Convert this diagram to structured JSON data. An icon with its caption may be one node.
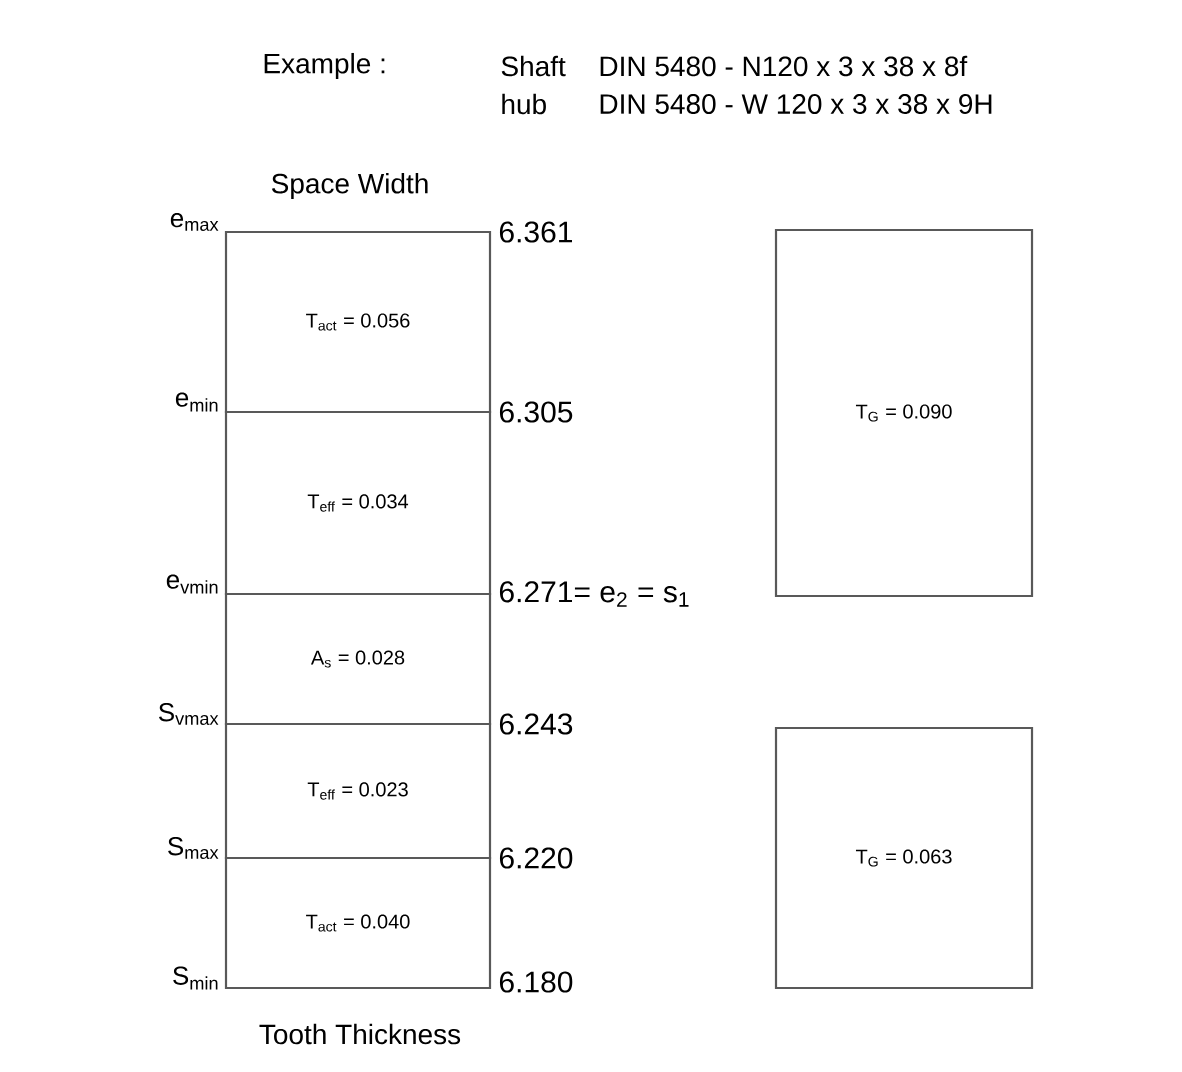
{
  "diagram": {
    "nodes": [
      {
        "text": [
          "T$_{act}$ = 0.056"
        ]
      },
      {
        "text": [
          "T$_{eff}$ = 0.034"
        ]
      },
      {
        "text": [
          "A$_{s}$ = 0.028"
        ]
      },
      {
        "text": [
          "T$_{eff}$ = 0.023"
        ]
      },
      {
        "text": [
          "T$_{act}$ = 0.040"
        ]
      },
      {
        "text": [
          "T$_{G}$ = 0.090"
        ]
      },
      {
        "text": [
          "T$_{G}$ = 0.063"
        ]
      }
    ],
    "labels": [
      "Example :",
      "Shaft",
      "DIN 5480 - N120 x 3 x 38 x 8f",
      "hub",
      "DIN 5480 - W 120 x 3 x 38 x 9H",
      "Space Width",
      "e$_{max}$",
      "6.361",
      "e$_{min}$",
      "6.305",
      "e$_{vmin}$",
      "6.271= e$_{2}$ = s$_{1}$",
      "S$_{vmax}$",
      "6.243",
      "S$_{max}$",
      "6.220",
      "S$_{min}$",
      "6.180",
      "Tooth Thickness"
    ]
  }
}
